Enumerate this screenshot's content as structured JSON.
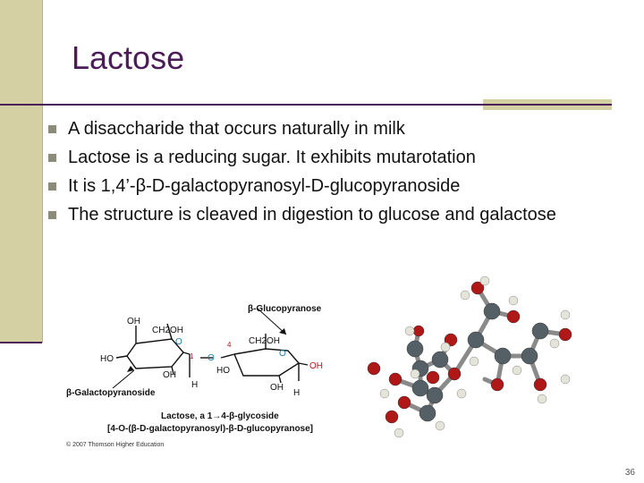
{
  "slide": {
    "title": "Lactose",
    "bullets": [
      "A disaccharide that occurs naturally in milk",
      "Lactose is a reducing sugar. It exhibits mutarotation",
      "It is 1,4’-β-D-galactopyranosyl-D-glucopyranoside",
      "The structure is cleaved in digestion to glucose and galactose"
    ],
    "slide_number": "36"
  },
  "figure": {
    "glucopyranose_label": "β-Glucopyranose",
    "galactopyranoside_label": "β-Galactopyranoside",
    "caption_line1": "Lactose, a 1→4-β-glycoside",
    "caption_line2": "[4-O-(β-D-galactopyranosyl)-β-D-glucopyranose]",
    "copyright": "© 2007 Thomson Higher Education",
    "atoms": {
      "oh": "OH",
      "ch2oh": "CH2OH",
      "ho": "HO",
      "h": "H",
      "o": "O",
      "pos1": "1",
      "pos4": "4"
    }
  },
  "colors": {
    "title": "#4b1c58",
    "band": "#d4d0a4",
    "oxygen": "#b01818",
    "carbon": "#555f66",
    "hydrogen": "#e4e4d8"
  }
}
